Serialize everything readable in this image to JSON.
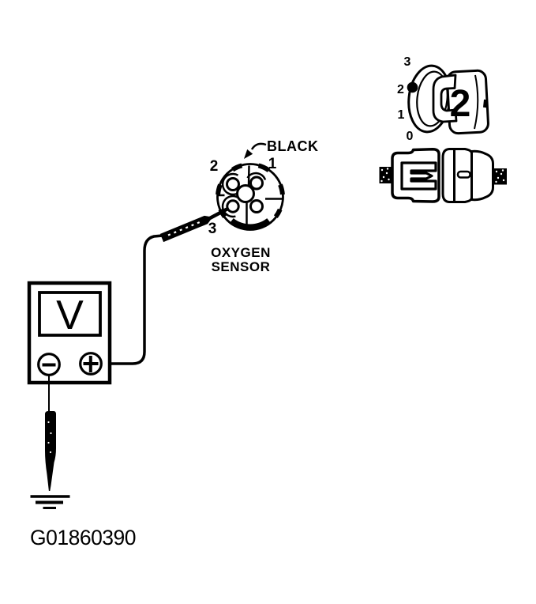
{
  "figure": {
    "code": "G01860390",
    "background_color": "#ffffff",
    "ink_color": "#000000"
  },
  "oxygen_sensor": {
    "caption_line1": "OXYGEN",
    "caption_line2": "SENSOR",
    "wire_color_callout": "BLACK",
    "pin_labels": {
      "top_left": "2",
      "top_right": "1",
      "bottom_left": "3"
    }
  },
  "terminal_detail": {
    "scale_labels": [
      "3",
      "2",
      "1",
      "0"
    ],
    "terminal_number": "2"
  },
  "voltmeter": {
    "display_symbol": "V",
    "icons": {
      "negative_terminal": "circle-minus-icon",
      "positive_terminal": "circle-plus-icon"
    }
  },
  "icons": {
    "ground": "ground-symbol-icon",
    "test_probe": "test-probe-icon",
    "callout_arrow": "arrow-icon",
    "wire_texture": "speckled-wire-icon"
  }
}
